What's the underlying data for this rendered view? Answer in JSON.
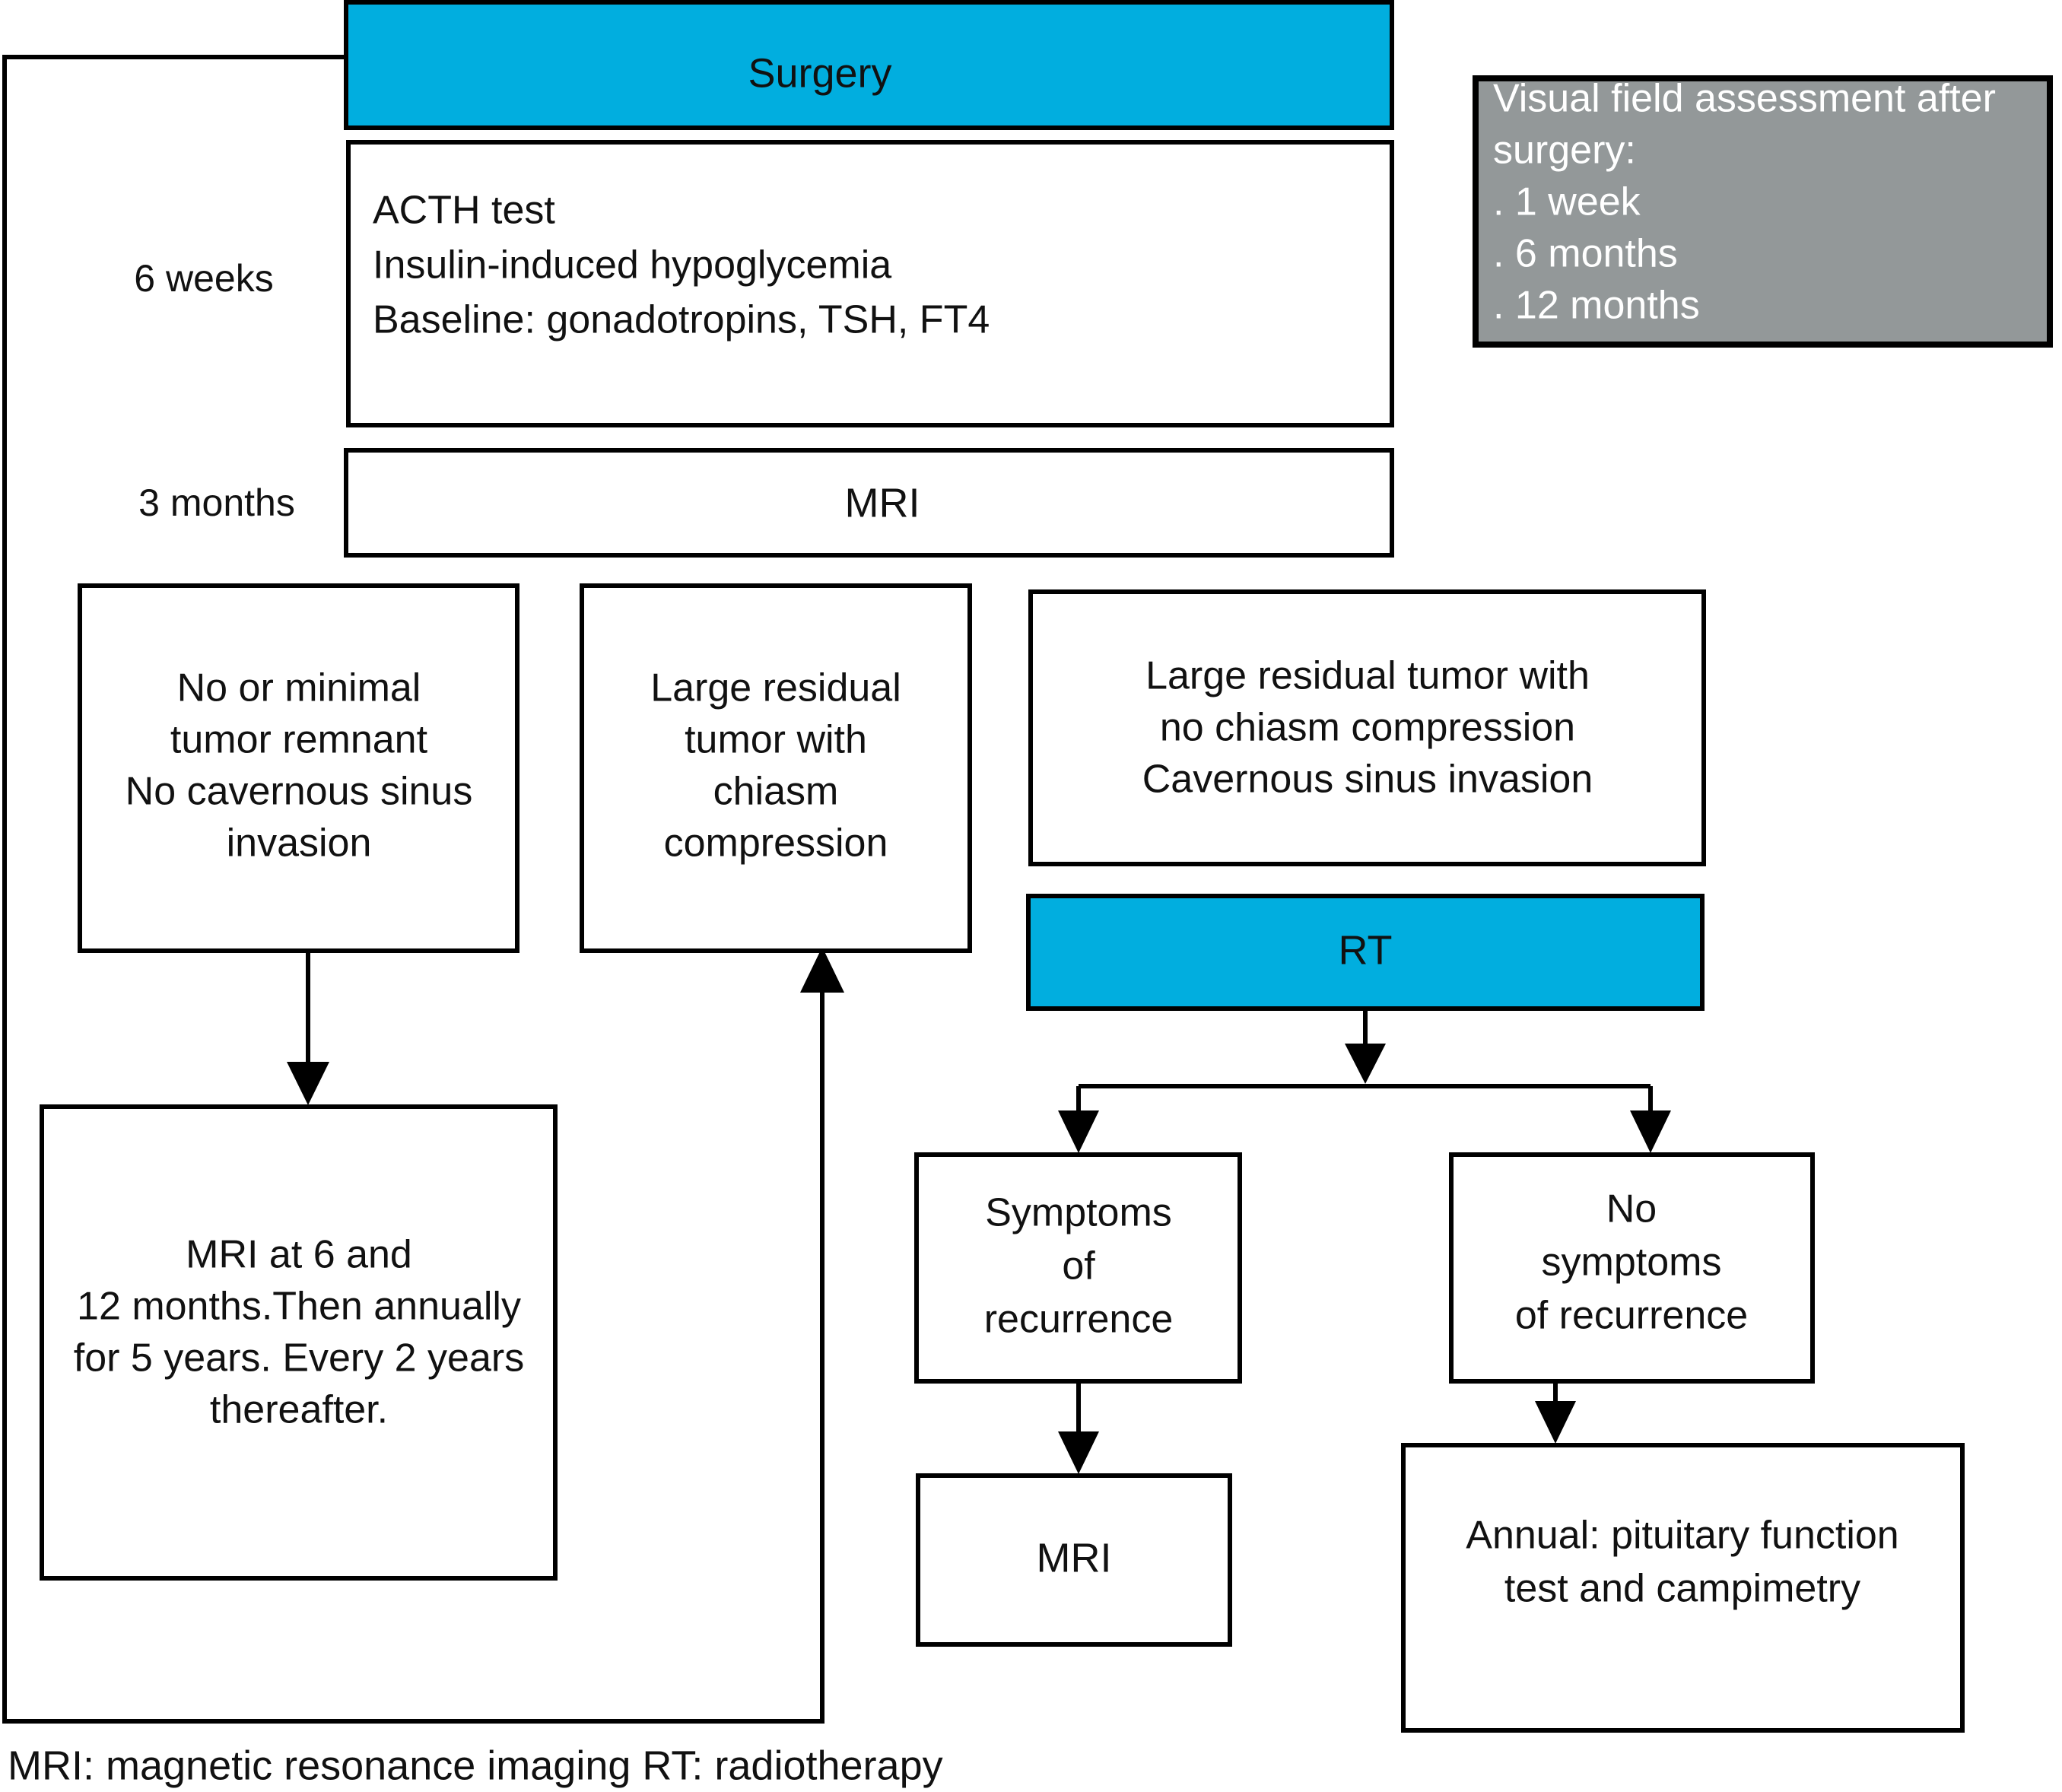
{
  "diagram": {
    "title_node_surgery": "Surgery",
    "title_node_rt": "RT",
    "timeline": {
      "six_weeks": "6 weeks",
      "three_months": "3  months"
    },
    "nodes": {
      "surgery": "Surgery",
      "workup_line1": "ACTH test",
      "workup_line2": "Insulin-induced hypoglycemia",
      "workup_line3": "Baseline: gonadotropins, TSH, FT4",
      "mri_top": "MRI",
      "branch_a_line1": "No or minimal",
      "branch_a_line2": "tumor remnant",
      "branch_a_line3": "No cavernous sinus",
      "branch_a_line4": "invasion",
      "branch_b_line1": "Large residual",
      "branch_b_line2": "tumor with",
      "branch_b_line3": "chiasm",
      "branch_b_line4": "compression",
      "branch_c_line1": "Large residual tumor with",
      "branch_c_line2": "no chiasm compression",
      "branch_c_line3": "Cavernous sinus invasion",
      "rt": "RT",
      "followup_line1": "MRI at 6 and",
      "followup_line2": "12 months.Then annually",
      "followup_line3": "for 5 years. Every 2 years",
      "followup_line4": "thereafter.",
      "symptoms_line1": "Symptoms",
      "symptoms_line2": "of",
      "symptoms_line3": "recurrence",
      "no_symptoms_line1": "No",
      "no_symptoms_line2": "symptoms",
      "no_symptoms_line3": "of recurrence",
      "mri_recurrence": "MRI",
      "annual_line1": "Annual: pituitary function",
      "annual_line2": "test and campimetry"
    },
    "sidebar_note": {
      "line1": "Visual field assessment after",
      "line2": "surgery:",
      "line3": ". 1 week",
      "line4": ". 6 months",
      "line5": ". 12 months"
    },
    "footnote": "MRI: magnetic resonance imaging RT: radiotherapy",
    "colors": {
      "accent_blue": "#01AEDF",
      "note_gray": "#939899",
      "stroke": "#000000",
      "background": "#FFFFFF"
    }
  }
}
